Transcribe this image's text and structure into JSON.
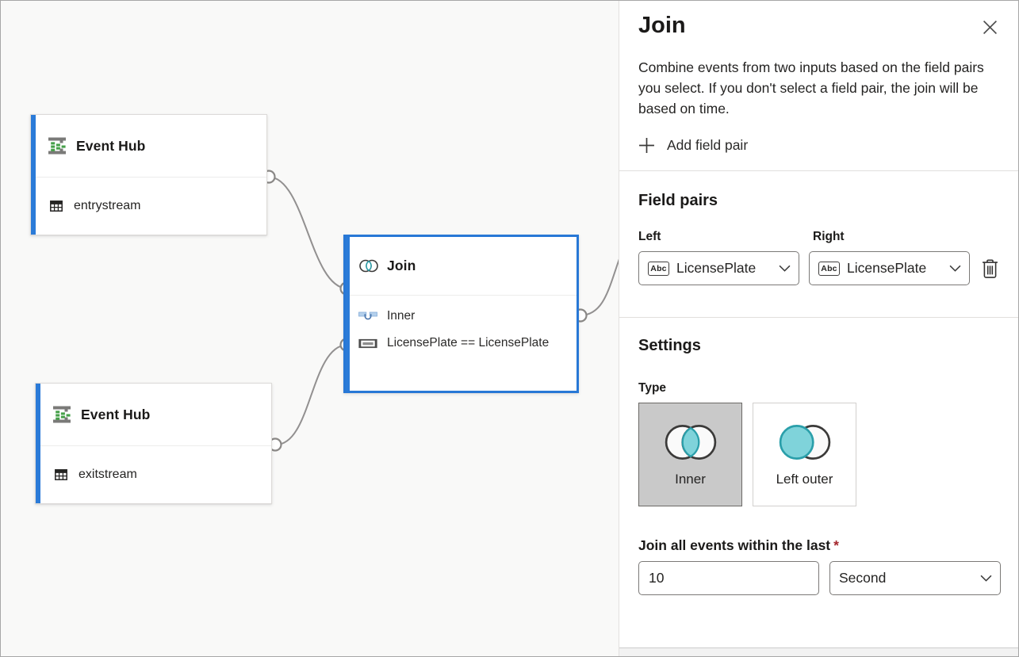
{
  "canvas": {
    "nodes": [
      {
        "title": "Event Hub",
        "stream": "entrystream"
      },
      {
        "title": "Event Hub",
        "stream": "exitstream"
      },
      {
        "title": "Join",
        "join_type": "Inner",
        "condition": "LicensePlate == LicensePlate"
      }
    ]
  },
  "panel": {
    "title": "Join",
    "description": "Combine events from two inputs based on the field pairs you select. If you don't select a field pair, the join will be based on time.",
    "add_field_pair_label": "Add field pair",
    "field_pairs": {
      "heading": "Field pairs",
      "left_label": "Left",
      "right_label": "Right",
      "left_value": "LicensePlate",
      "right_value": "LicensePlate",
      "type_badge": "Abc"
    },
    "settings": {
      "heading": "Settings",
      "type_label": "Type",
      "join_types": [
        {
          "label": "Inner",
          "selected": true
        },
        {
          "label": "Left outer",
          "selected": false
        }
      ],
      "window_label": "Join all events within the last",
      "required_marker": "*",
      "window_value": "10",
      "window_unit": "Second"
    }
  },
  "icons": {
    "close": "x-cross",
    "add": "plus",
    "chevron": "chevron-down",
    "delete": "trash-can",
    "event_hub": "event-hub-brackets-green-blocks",
    "stream": "table-grid",
    "join": "venn-overlap",
    "inner_join": "inner-join-bar",
    "field_pair": "license-plate-frame"
  },
  "colors": {
    "selection_blue": "#2878d6",
    "accent_blue": "#2b7bd8",
    "teal_fill": "#7fd3da",
    "teal_stroke": "#2a9faa",
    "event_hub_green": "#46a049",
    "connector_gray": "#8f8d8b",
    "required_red": "#a4262c",
    "selected_tile_bg": "#c9c9c9",
    "canvas_bg": "#f9f9f8"
  }
}
